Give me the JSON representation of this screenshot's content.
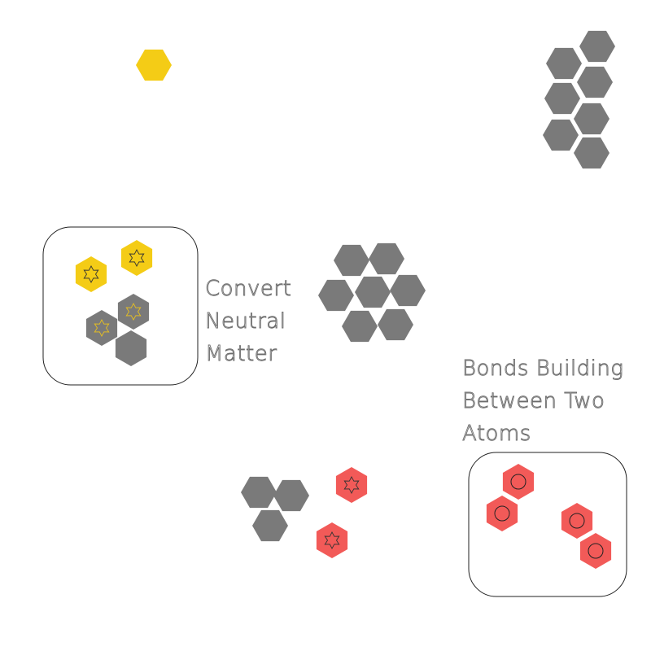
{
  "labels": {
    "convert": [
      "Convert",
      "Neutral",
      "Matter"
    ],
    "bonds": [
      "Bonds Building",
      "Between Two",
      "Atoms"
    ]
  },
  "colors": {
    "neutral": "#7a7a7a",
    "yellow": "#f4cc16",
    "red": "#f25a58",
    "panel_stroke": "#222222",
    "star_dark": "#333333",
    "star_yellow": "#e8c020"
  },
  "icons": {
    "hex": "hexagon-tile",
    "star": "six-point-star-icon",
    "ring": "circle-ring-icon"
  }
}
